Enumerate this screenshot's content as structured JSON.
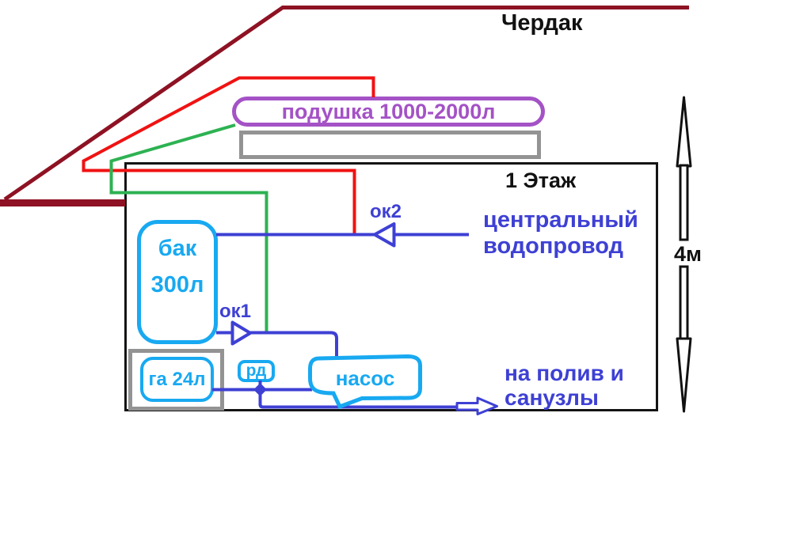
{
  "labels": {
    "attic": "Чердак",
    "floor": "1 Этаж",
    "cushion": "подушка 1000-2000л",
    "tank": "бак\n300л",
    "accumulator": "га 24л",
    "pressure_switch": "рд",
    "pump": "насос",
    "valve1": "ок1",
    "valve2": "ок2",
    "central_supply": "центральный\nводопровод",
    "outlet": "на полив и\nсанузлы",
    "height": "4м"
  },
  "colors": {
    "roof": "#8E1223",
    "red": "#F01212",
    "green": "#2DB252",
    "blue": "#3E40D4",
    "cyan": "#18A9F1",
    "purple": "#A452C6",
    "gray": "#939393"
  }
}
